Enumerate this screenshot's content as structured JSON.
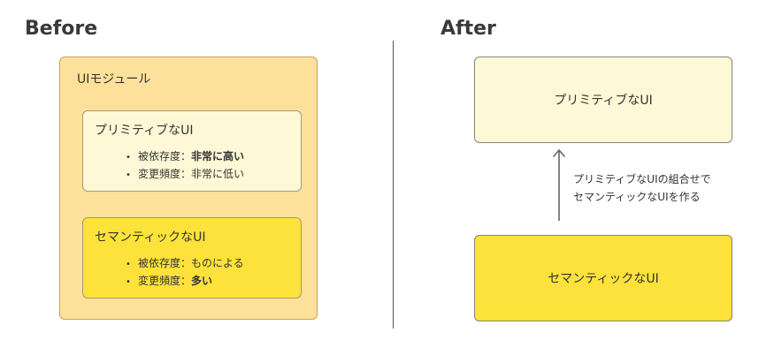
{
  "before": {
    "heading": "Before",
    "module": {
      "label": "UIモジュール",
      "primitive": {
        "title": "プリミティブなUI",
        "items": [
          {
            "label": "被依存度：",
            "value": "非常に高い",
            "value_bold": true
          },
          {
            "label": "変更頻度：",
            "value": "非常に低い",
            "value_bold": false
          }
        ]
      },
      "semantic": {
        "title": "セマンティックなUI",
        "items": [
          {
            "label": "被依存度：",
            "value": "ものによる",
            "value_bold": false
          },
          {
            "label": "変更頻度：",
            "value": "多い",
            "value_bold": true
          }
        ]
      }
    }
  },
  "after": {
    "heading": "After",
    "primitive_label": "プリミティブなUI",
    "semantic_label": "セマンティックなUI",
    "arrow_note": {
      "line1": "プリミティブなUIの組合せで",
      "line2": "セマンティックなUIを作る"
    }
  },
  "colors": {
    "module_fill": "#fde19b",
    "primitive_fill": "#fff8d6",
    "semantic_fill": "#fce23a",
    "text": "#3a3a3a",
    "arrow": "#666666"
  }
}
